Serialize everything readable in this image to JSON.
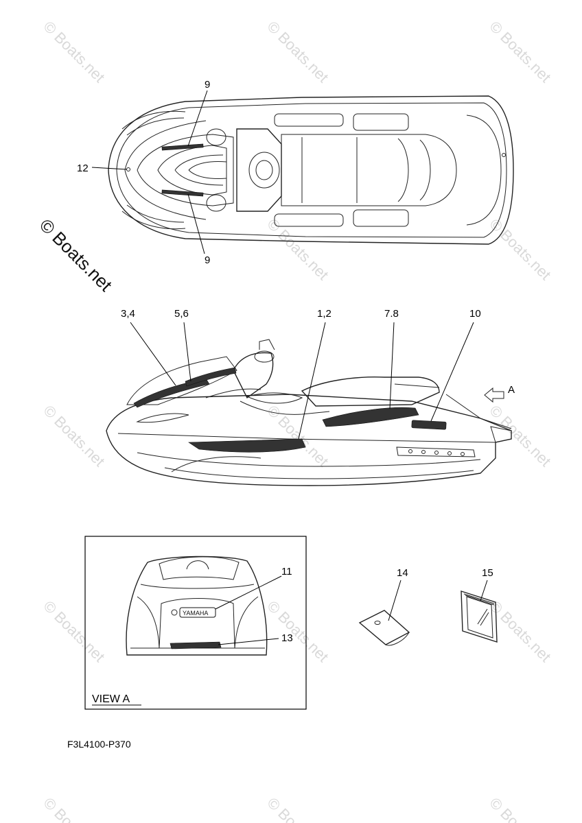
{
  "watermarks": {
    "small_text": "© Boats.net",
    "big_text": "© Boats.net"
  },
  "callouts": {
    "c9_top": "9",
    "c12": "12",
    "c9_bottom": "9",
    "c3_4": "3,4",
    "c5_6": "5,6",
    "c1_2": "1,2",
    "c7_8": "7.8",
    "c10": "10",
    "arrow_a": "A",
    "c11": "11",
    "c13": "13",
    "c14": "14",
    "c15": "15"
  },
  "view_a_label": "VIEW A",
  "drawing_code": "F3L4100-P370",
  "decal_text": {
    "brand": "YAMAHA"
  }
}
